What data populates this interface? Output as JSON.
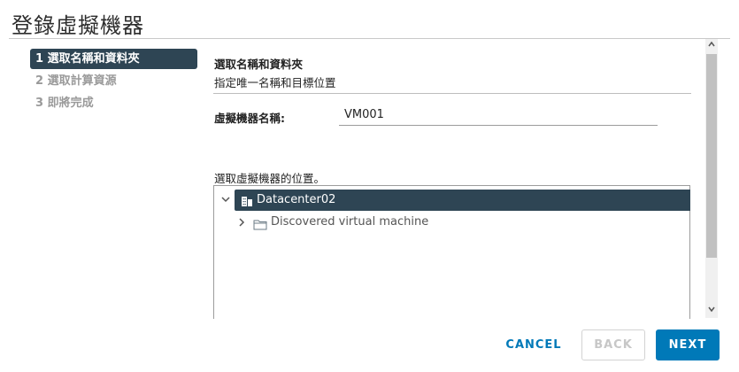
{
  "dialog": {
    "title": "登錄虛擬機器"
  },
  "steps": [
    {
      "label": "1 選取名稱和資料夾",
      "active": true
    },
    {
      "label": "2 選取計算資源",
      "active": false
    },
    {
      "label": "3 即將完成",
      "active": false
    }
  ],
  "section": {
    "title": "選取名稱和資料夾",
    "subtitle": "指定唯一名稱和目標位置"
  },
  "vm_name": {
    "label": "虛擬機器名稱:",
    "value": "VM001"
  },
  "location": {
    "label": "選取虛擬機器的位置。",
    "tree": {
      "root": {
        "label": "Datacenter02",
        "icon": "datacenter-icon",
        "expanded": true,
        "selected": true
      },
      "children": [
        {
          "label": "Discovered virtual machine",
          "icon": "folder-icon",
          "expanded": false
        }
      ]
    }
  },
  "footer": {
    "cancel_label": "CANCEL",
    "back_label": "BACK",
    "next_label": "NEXT"
  },
  "colors": {
    "accent": "#0079b8",
    "selected_bg": "#2e4554"
  }
}
